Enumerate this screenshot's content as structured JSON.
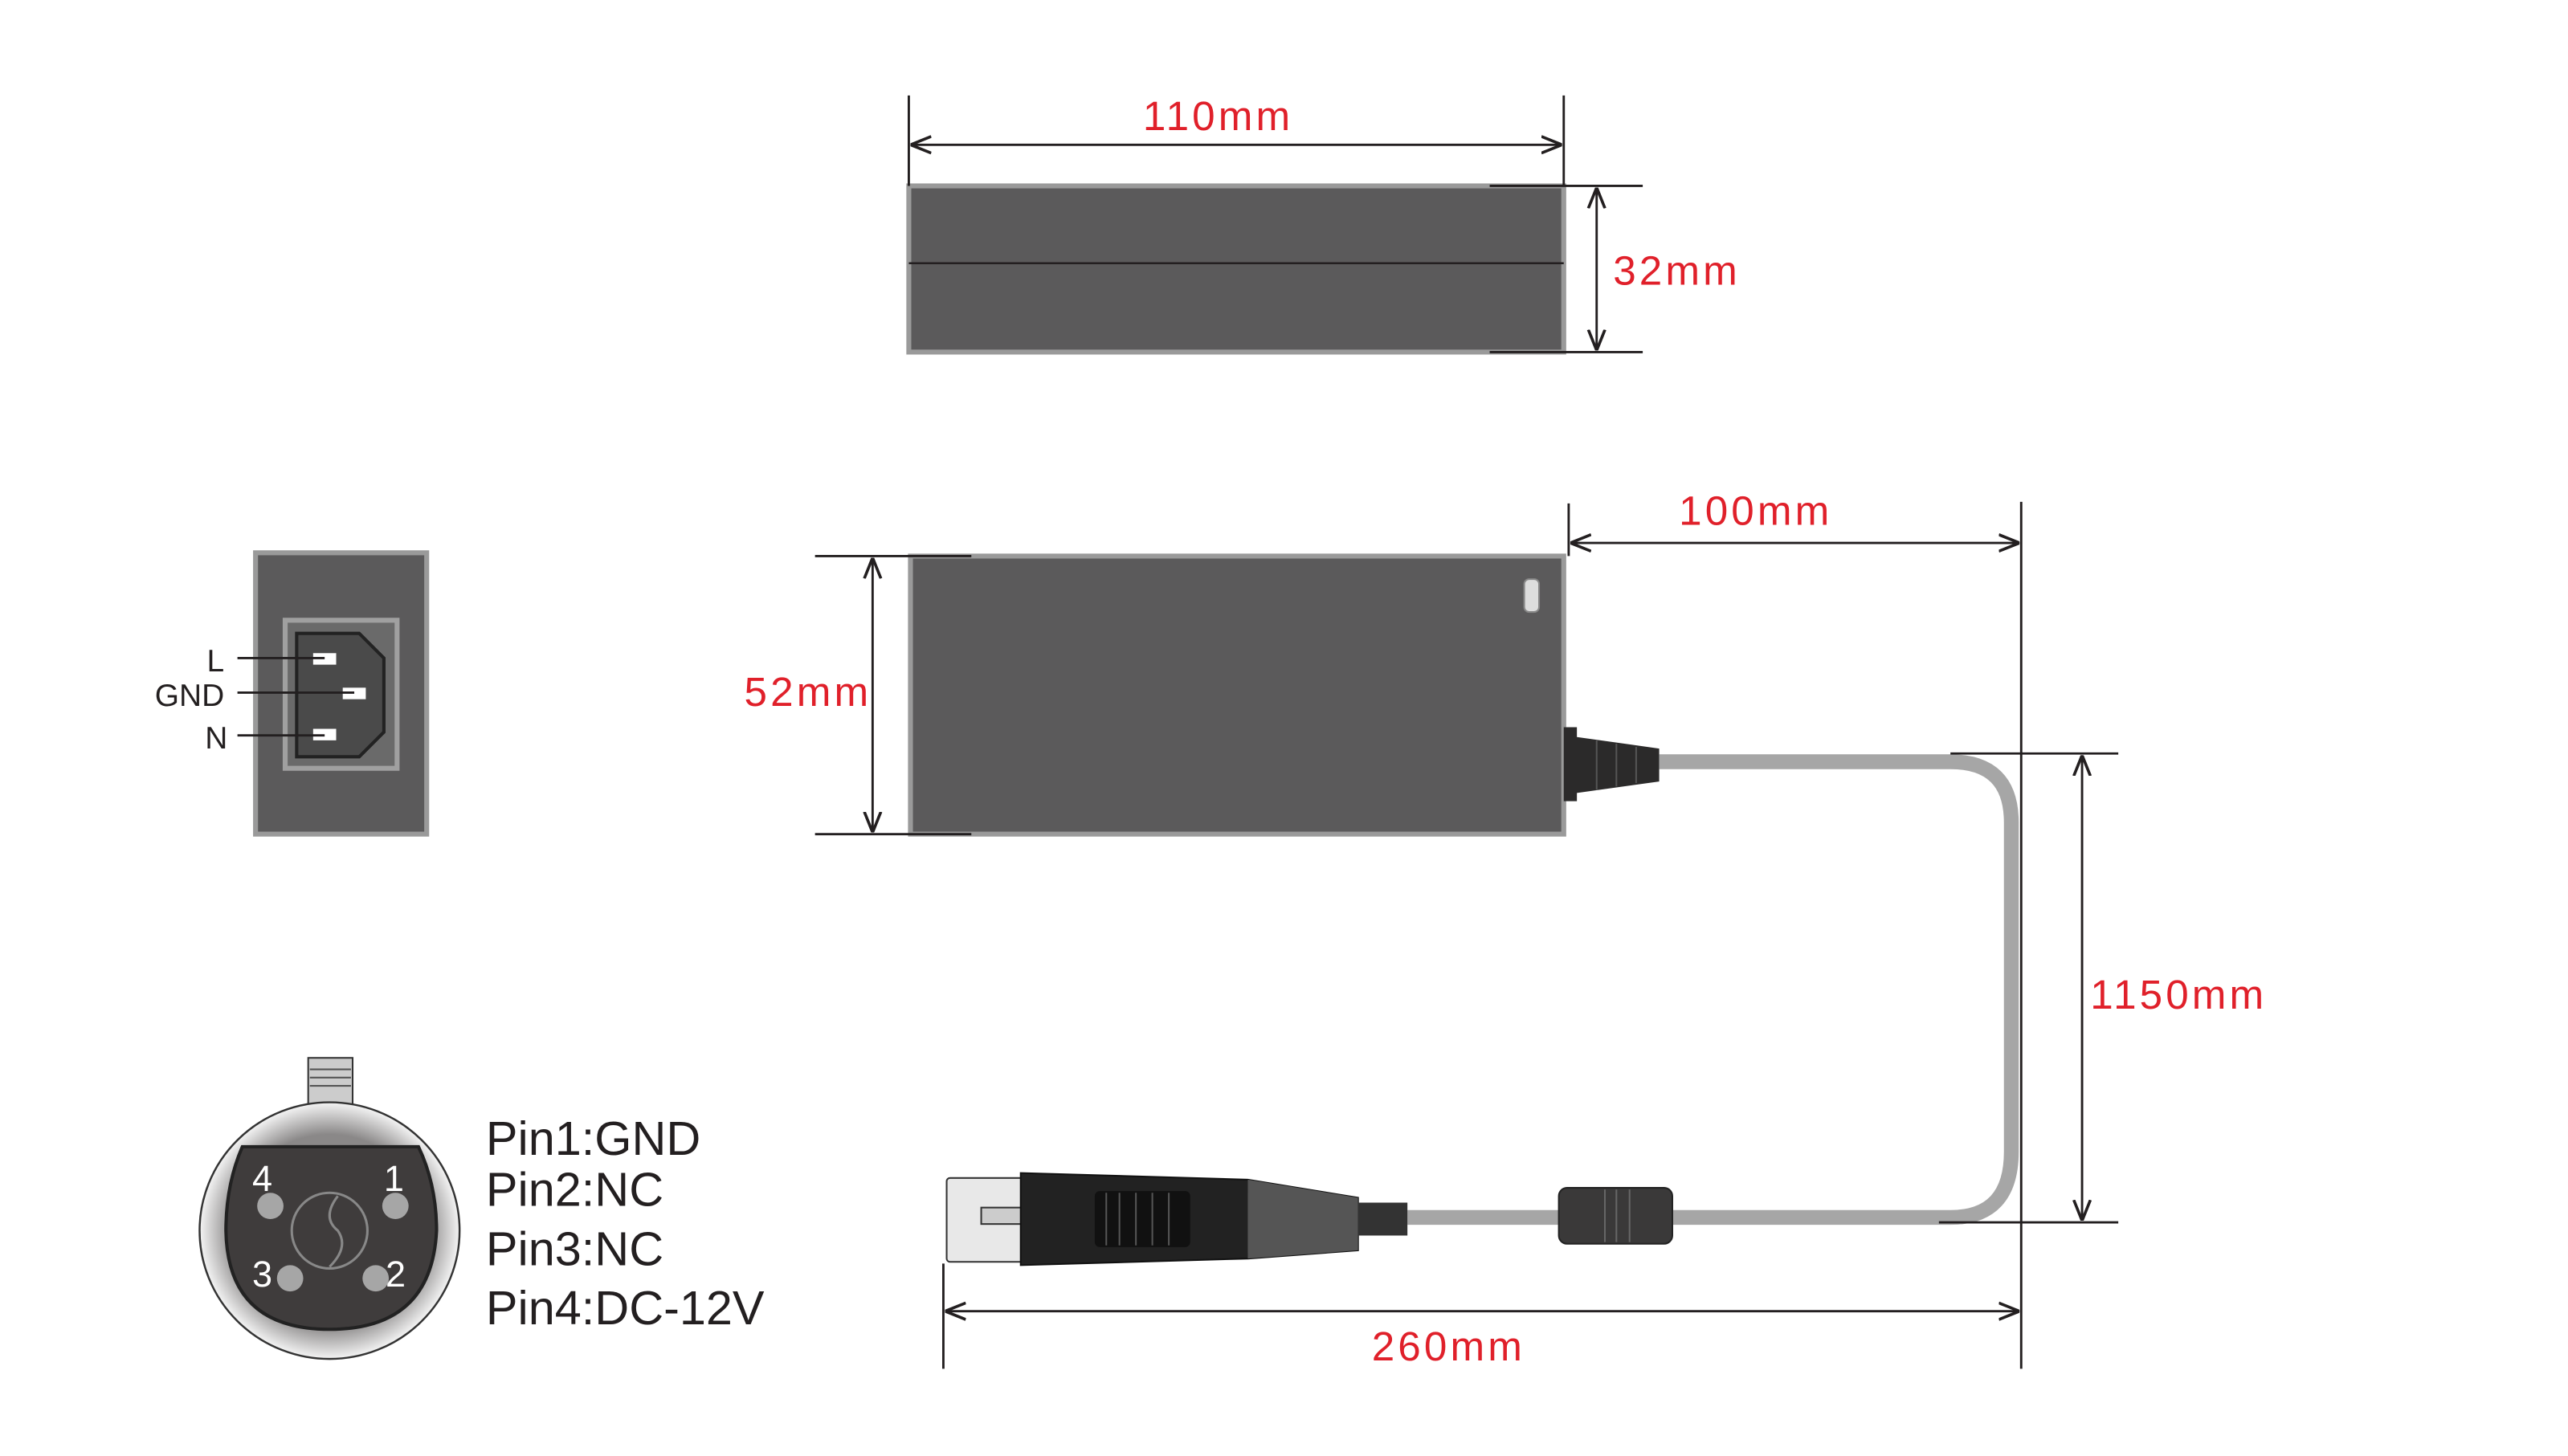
{
  "dimensions": {
    "top_width": "110mm",
    "top_height": "32mm",
    "front_height": "52mm",
    "front_cable_offset": "100mm",
    "cable_length": "1150mm",
    "total_length": "260mm"
  },
  "ac_inlet": {
    "pins": [
      "L",
      "GND",
      "N"
    ]
  },
  "xlr": {
    "pin_numbers": [
      "1",
      "2",
      "3",
      "4"
    ],
    "pinout": [
      "Pin1:GND",
      "Pin2:NC",
      "Pin3:NC",
      "Pin4:DC-12V"
    ]
  },
  "colors": {
    "label": "#e0202a",
    "body": "#5b5a5b",
    "cable": "#a6a6a6"
  }
}
